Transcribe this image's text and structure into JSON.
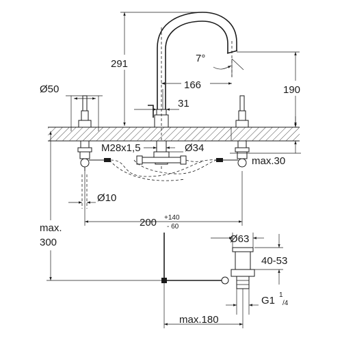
{
  "diagram": {
    "dimensions": {
      "spout_height": "291",
      "spout_angle": "7°",
      "spout_reach": "166",
      "outlet_height": "190",
      "handle_diameter": "Ø50",
      "spout_base_width": "31",
      "thread": "M28x1,5",
      "spout_diameter": "Ø34",
      "max_deck_thickness": "max.30",
      "hose_diameter": "Ø10",
      "centers": "200",
      "centers_tol_plus": "+140",
      "centers_tol_minus": "- 60",
      "max_height_line1": "max.",
      "max_height_line2": "300",
      "drain_diameter": "Ø63",
      "drain_range": "40-53",
      "drain_thread_base": "G1",
      "drain_thread_num": "1",
      "drain_thread_den": "/4",
      "drain_rod": "max.180"
    }
  }
}
